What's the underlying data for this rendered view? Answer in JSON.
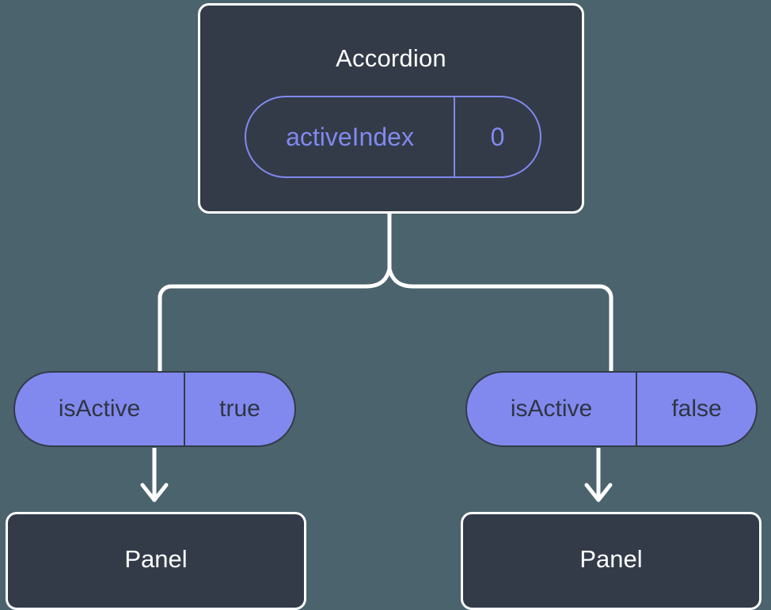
{
  "diagram": {
    "type": "component-state-tree",
    "background_color": "#4b636c",
    "card_color": "#333b49",
    "accent_color": "#8189ee",
    "outline_color": "#ffffff"
  },
  "root": {
    "title": "Accordion",
    "prop": {
      "key": "activeIndex",
      "value": "0"
    }
  },
  "branches": [
    {
      "side": "left",
      "state": {
        "key": "isActive",
        "value": "true"
      },
      "child": {
        "title": "Panel"
      }
    },
    {
      "side": "right",
      "state": {
        "key": "isActive",
        "value": "false"
      },
      "child": {
        "title": "Panel"
      }
    }
  ]
}
